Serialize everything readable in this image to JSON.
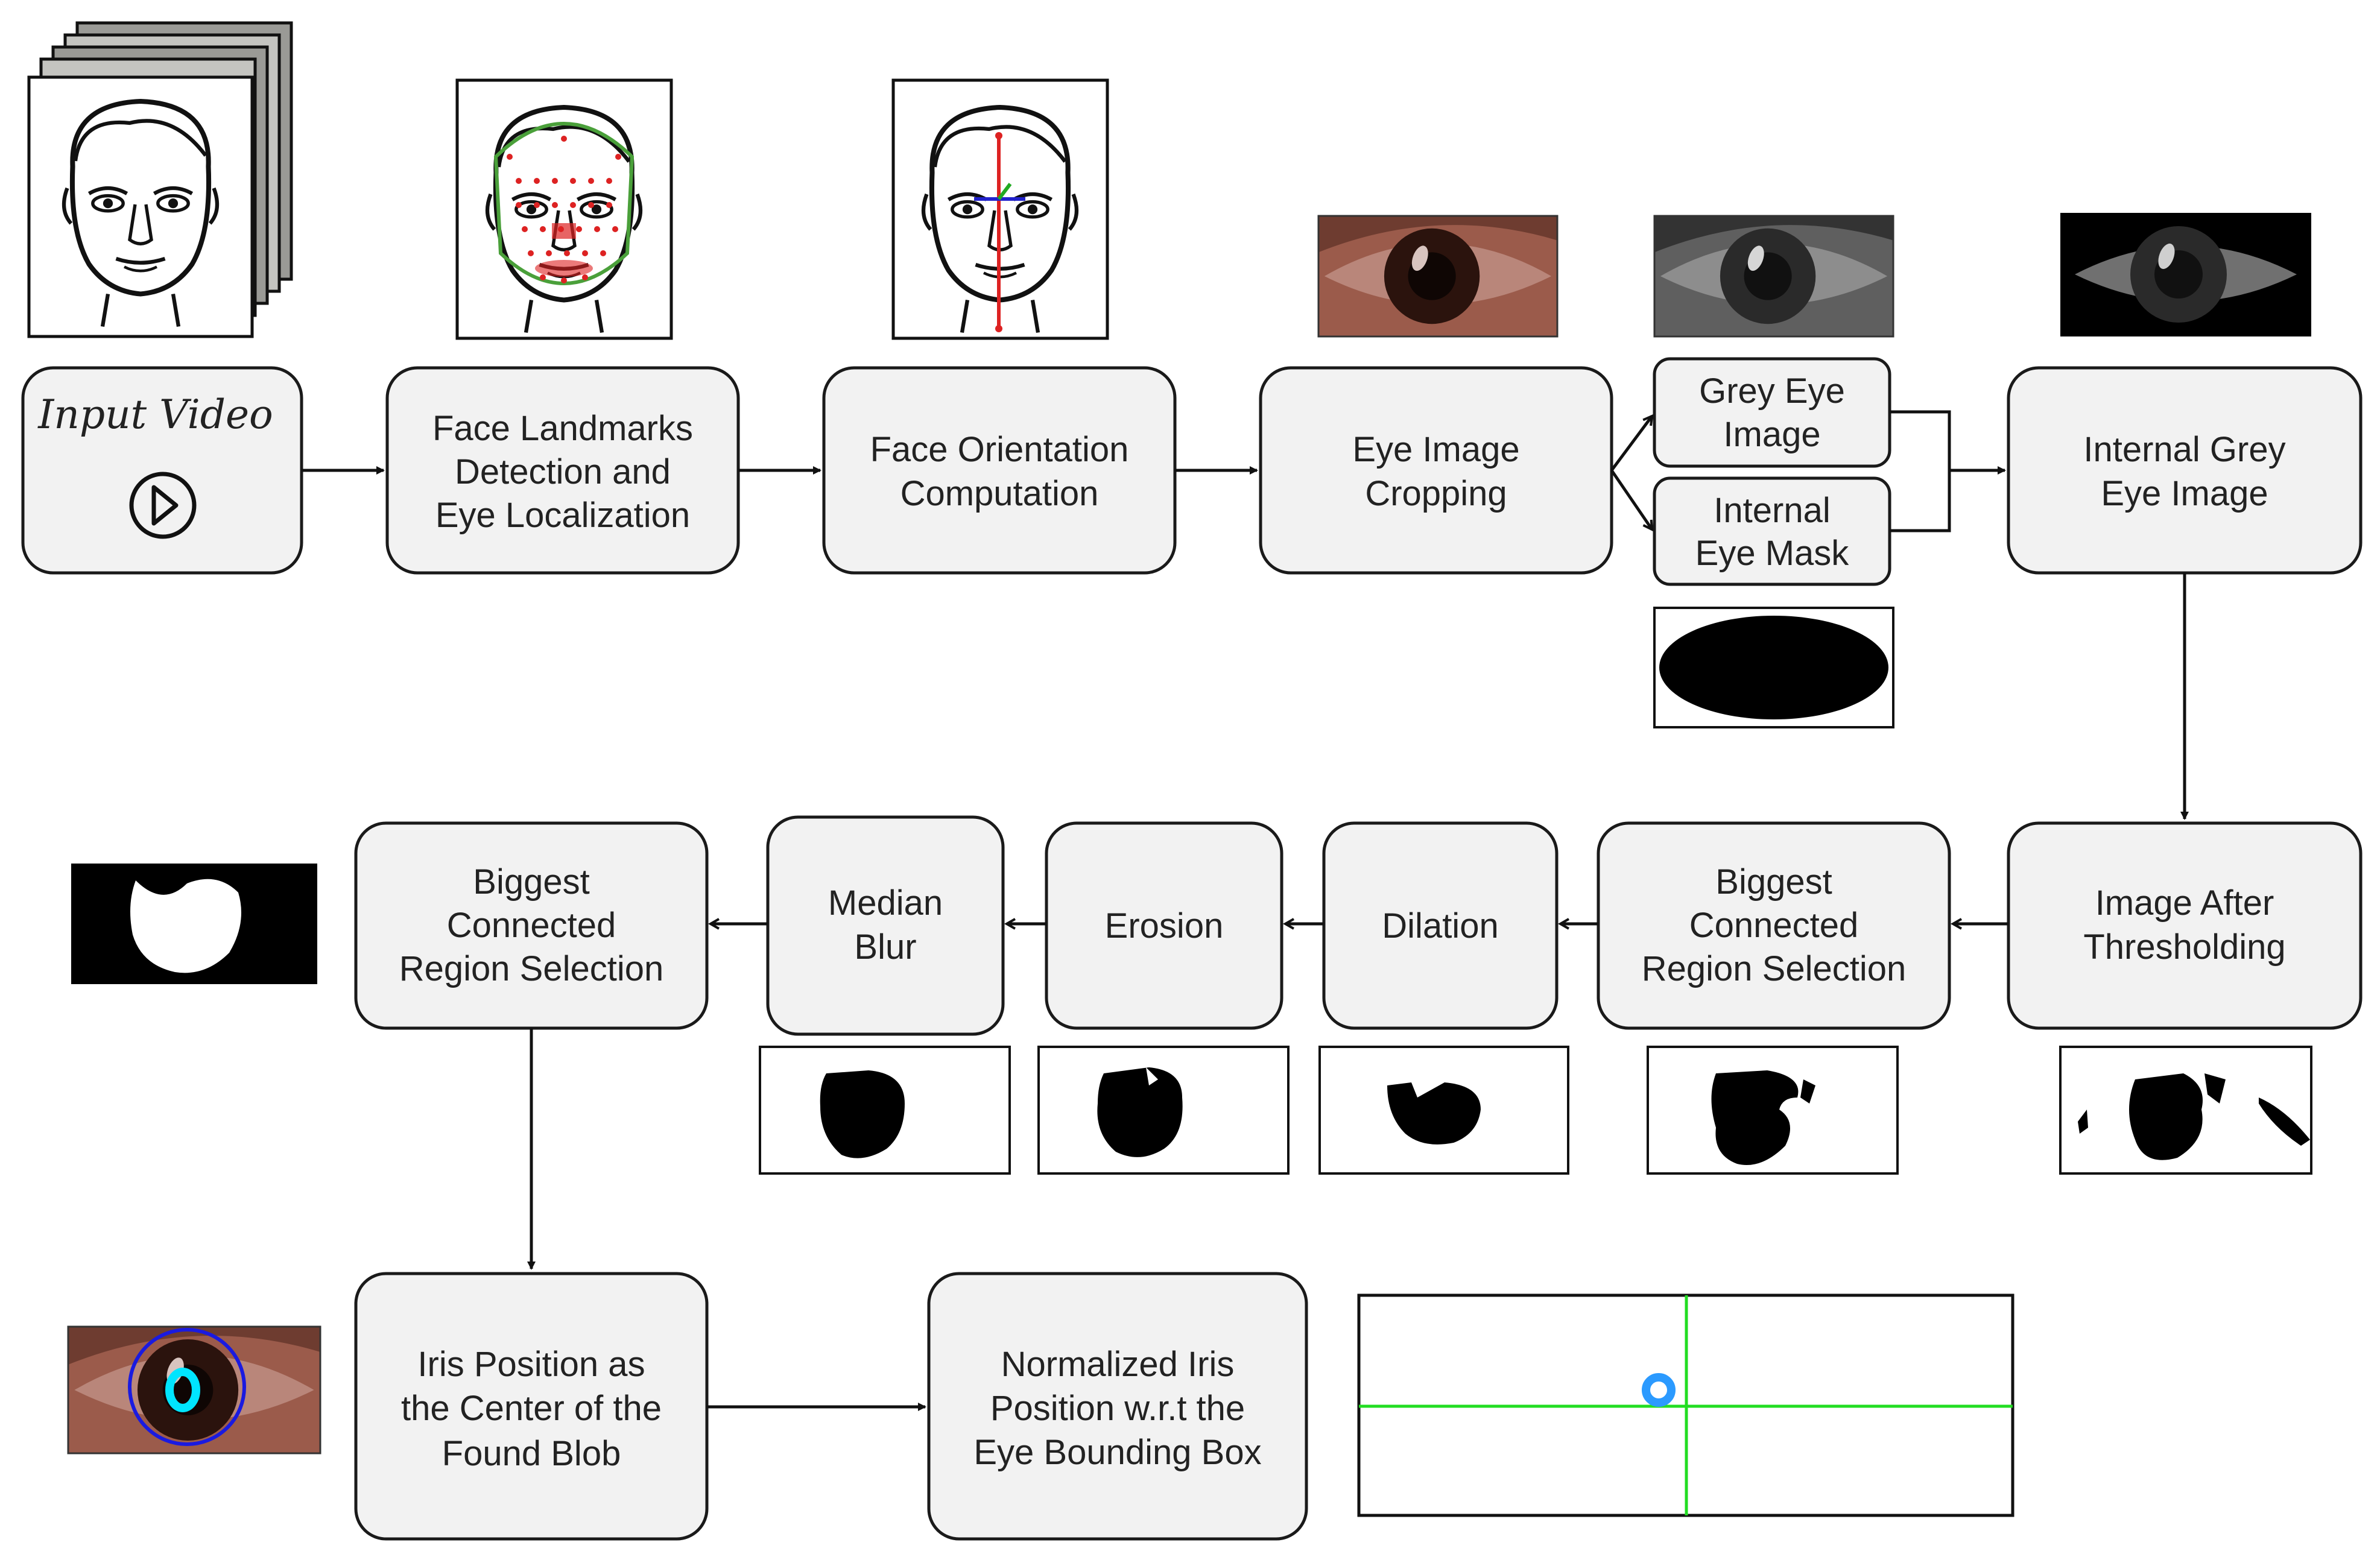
{
  "colors": {
    "box_fill": "#f2f2f2",
    "box_stroke": "#1a1a1a",
    "connector": "#111111",
    "skin": "#9a5a4a",
    "iris_dark": "#1e0d08",
    "grey_eye_bg": "#6a6a6a",
    "mask_black": "#000000",
    "circle_blue": "#1a1ae0",
    "pupil_cyan": "#00e5ff",
    "crosshair_green": "#22dd22",
    "marker_blue": "#2b9aff",
    "landmark_red": "#dd2222",
    "landmark_green": "#4aa03a"
  },
  "steps": {
    "input_video": "Input Video",
    "landmarks": [
      "Face Landmarks",
      "Detection and",
      "Eye Localization"
    ],
    "orientation": [
      "Face Orientation",
      "Computation"
    ],
    "cropping": [
      "Eye Image",
      "Cropping"
    ],
    "grey_eye": [
      "Grey Eye",
      "Image"
    ],
    "internal_mask": [
      "Internal",
      "Eye Mask"
    ],
    "internal_grey": [
      "Internal Grey",
      "Eye Image"
    ],
    "thresholding": [
      "Image After",
      "Thresholding"
    ],
    "biggest_region_1": [
      "Biggest",
      "Connected",
      "Region Selection"
    ],
    "dilation": [
      "Dilation"
    ],
    "erosion": [
      "Erosion"
    ],
    "median_blur": [
      "Median",
      "Blur"
    ],
    "biggest_region_2": [
      "Biggest",
      "Connected",
      "Region Selection"
    ],
    "iris_position": [
      "Iris Position as",
      "the Center of the",
      "Found Blob"
    ],
    "normalized": [
      "Normalized Iris",
      "Position w.r.t the",
      "Eye Bounding Box"
    ]
  },
  "icons": {
    "play": "play-button-icon",
    "face_sketch": "face-sketch-icon",
    "eye_photo": "eye-photo-icon",
    "blob": "binary-blob-icon"
  }
}
